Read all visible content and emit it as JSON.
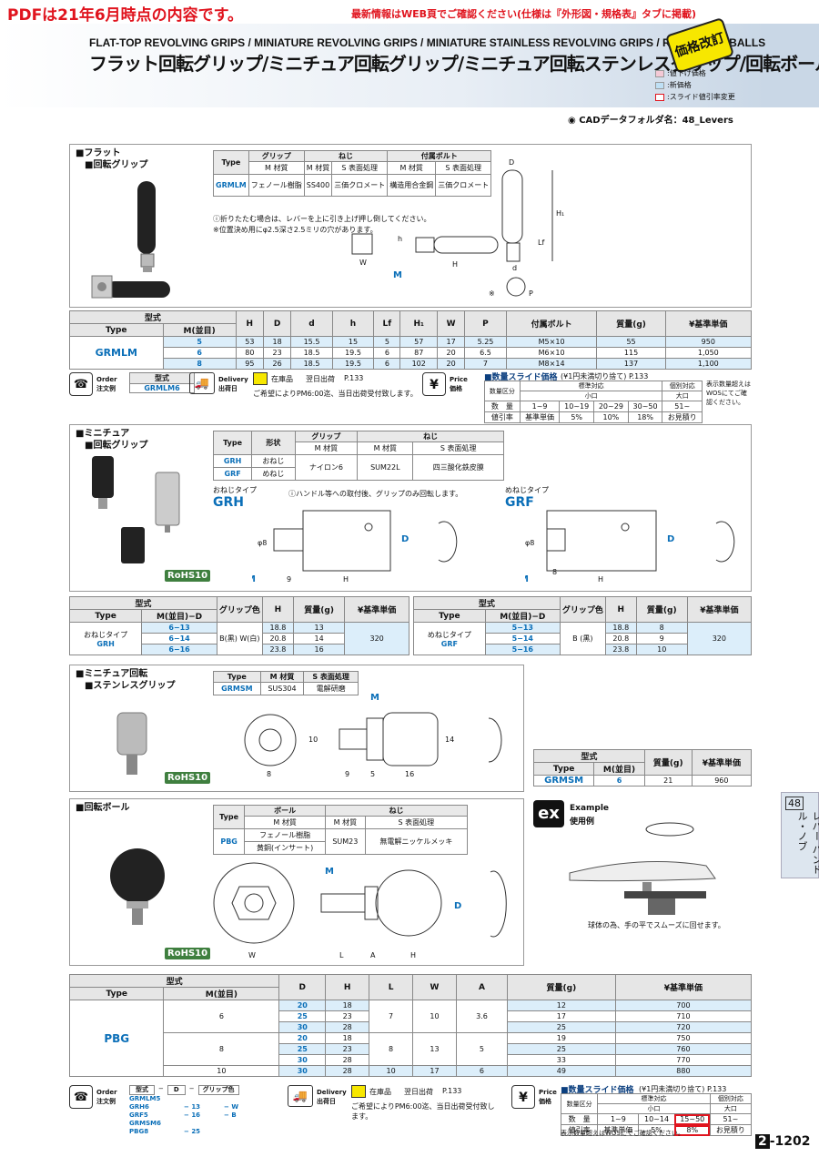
{
  "notice": {
    "big": "PDFは21年6月時点の内容です。",
    "small": "最新情報はWEB頁でご確認ください(仕様は『外形図・規格表』タブに掲載)"
  },
  "header": {
    "en_title": "FLAT-TOP REVOLVING GRIPS / MINIATURE REVOLVING GRIPS / MINIATURE STAINLESS REVOLVING GRIPS / REVOLVING BALLS",
    "jp_title": "フラット回転グリップ/ミニチュア回転グリップ/ミニチュア回転ステンレスグリップ/回転ボール",
    "badge": "価格改訂",
    "legend": [
      {
        "label": ":値下げ価格",
        "color": "#f4c9d6"
      },
      {
        "label": ":新価格",
        "color": "#bfe0f5"
      },
      {
        "label": ":スライド値引率変更",
        "color": "#ffffff"
      }
    ],
    "cad": "CADデータフォルダ名：48_Levers"
  },
  "grmlm": {
    "title": "フラット",
    "title2": "回転グリップ",
    "spec_head": [
      "Type",
      "グリップ",
      "ねじ",
      "付属ボルト"
    ],
    "spec_sub": [
      "M 材質",
      "M 材質",
      "S 表面処理",
      "M 材質",
      "S 表面処理"
    ],
    "spec_row": [
      "GRMLM",
      "フェノール樹脂",
      "SS400",
      "三価クロメート",
      "構造用合金鋼",
      "三価クロメート"
    ],
    "notes": [
      "折りたたむ場合は、レバーを上に引き上げ押し倒してください。",
      "※位置決め用にφ2.5深さ2.5ミリの穴があります。"
    ],
    "table_head": [
      "型式",
      "H",
      "D",
      "d",
      "h",
      "Lf",
      "H₁",
      "W",
      "P",
      "付属ボルト",
      "質量(g)",
      "¥基準単価"
    ],
    "table_sub": [
      "Type",
      "M(並目)"
    ],
    "type": "GRMLM",
    "rows": [
      [
        "5",
        "53",
        "18",
        "15.5",
        "15",
        "5",
        "57",
        "17",
        "5.25",
        "M5×10",
        "55",
        "950"
      ],
      [
        "6",
        "80",
        "23",
        "18.5",
        "19.5",
        "6",
        "87",
        "20",
        "6.5",
        "M6×10",
        "115",
        "1,050"
      ],
      [
        "8",
        "95",
        "26",
        "18.5",
        "19.5",
        "6",
        "102",
        "20",
        "7",
        "M8×14",
        "137",
        "1,100"
      ]
    ],
    "order": {
      "label": "Order",
      "label2": "注文例",
      "head": "型式",
      "value": "GRMLM6"
    },
    "delivery": {
      "label": "Delivery",
      "label2": "出荷日",
      "stock": "在庫品",
      "ship": "翌日出荷",
      "page": "P.133",
      "note": "ご希望によりPM6:00迄、当日出荷受付致します。"
    },
    "price": {
      "label": "Price",
      "label2": "価格"
    },
    "slide": {
      "title": "■数量スライド価格",
      "sub": "(¥1円未満切り捨て) P.133",
      "head1": [
        "数量区分",
        "標準対応",
        "個別対応"
      ],
      "head2": [
        "小口",
        "大口"
      ],
      "qty": [
        "数　量",
        "1~9",
        "10~19",
        "20~29",
        "30~50",
        "51~"
      ],
      "rate": [
        "値引率",
        "基準単価",
        "5%",
        "10%",
        "18%",
        "お見積り"
      ],
      "note": "表示数量超えはWOSにてご確認ください。"
    }
  },
  "grh": {
    "title": "ミニチュア",
    "title2": "回転グリップ",
    "spec_head": [
      "Type",
      "形状",
      "グリップ",
      "ねじ"
    ],
    "spec_sub": [
      "M 材質",
      "M 材質",
      "S 表面処理"
    ],
    "spec_rows": [
      [
        "GRH",
        "おねじ"
      ],
      [
        "GRF",
        "めねじ"
      ]
    ],
    "spec_common": [
      "ナイロン6",
      "SUM22L",
      "四三酸化鉄皮膜"
    ],
    "note": "ハンドル等への取付後、グリップのみ回転します。",
    "grh_label": "おねじタイプ",
    "grh_type": "GRH",
    "grf_label": "めねじタイプ",
    "grf_type": "GRF",
    "rohs": "RoHS10",
    "left_head": [
      "型式",
      "グリップ色",
      "H",
      "質量(g)",
      "¥基準単価"
    ],
    "left_sub": [
      "Type",
      "M(並目)−D"
    ],
    "left_rows": [
      [
        "6−13",
        "18.8",
        "13"
      ],
      [
        "6−14",
        "20.8",
        "14"
      ],
      [
        "6−16",
        "23.8",
        "16"
      ]
    ],
    "left_color": "B(黒) W(白)",
    "left_price": "320",
    "right_rows": [
      [
        "5−13",
        "18.8",
        "8"
      ],
      [
        "5−14",
        "20.8",
        "9"
      ],
      [
        "5−16",
        "23.8",
        "10"
      ]
    ],
    "right_color": "B (黒)",
    "right_price": "320"
  },
  "grmsm": {
    "title": "ミニチュア回転",
    "title2": "ステンレスグリップ",
    "spec_head": [
      "Type",
      "M 材質",
      "S 表面処理"
    ],
    "spec_row": [
      "GRMSM",
      "SUS304",
      "電解研磨"
    ],
    "rohs": "RoHS10",
    "head": [
      "型式",
      "質量(g)",
      "¥基準単価"
    ],
    "sub": [
      "Type",
      "M(並目)"
    ],
    "row": [
      "GRMSM",
      "6",
      "21",
      "960"
    ]
  },
  "pbg": {
    "title": "回転ボール",
    "spec_head": [
      "Type",
      "ボール",
      "ねじ"
    ],
    "spec_sub": [
      "M 材質",
      "M 材質",
      "S 表面処理"
    ],
    "spec_row": [
      "PBG",
      "フェノール樹脂",
      "黄銅(インサート)",
      "SUM23",
      "無電解ニッケルメッキ"
    ],
    "rohs": "RoHS10",
    "example": {
      "label": "Example",
      "label2": "使用例",
      "note": "球体の為、手の平でスムーズに回せます。"
    },
    "head": [
      "型式",
      "D",
      "H",
      "L",
      "W",
      "A",
      "質量(g)",
      "¥基準単価"
    ],
    "sub": [
      "Type",
      "M(並目)"
    ],
    "type": "PBG",
    "rows": [
      [
        "6",
        "20",
        "18",
        "7",
        "10",
        "3.6",
        "12",
        "700"
      ],
      [
        "",
        "25",
        "23",
        "",
        "",
        "",
        "17",
        "710"
      ],
      [
        "",
        "30",
        "28",
        "",
        "",
        "",
        "25",
        "720"
      ],
      [
        "8",
        "20",
        "18",
        "8",
        "13",
        "5",
        "19",
        "750"
      ],
      [
        "",
        "25",
        "23",
        "",
        "",
        "",
        "25",
        "760"
      ],
      [
        "",
        "30",
        "28",
        "",
        "",
        "",
        "33",
        "770"
      ],
      [
        "10",
        "30",
        "28",
        "10",
        "17",
        "6",
        "49",
        "880"
      ]
    ],
    "order": {
      "label": "Order",
      "label2": "注文例",
      "head": [
        "型式",
        "D",
        "グリップ色"
      ],
      "rows": [
        [
          "GRMLM5",
          "",
          ""
        ],
        [
          "GRH6",
          "13",
          "W"
        ],
        [
          "GRF5",
          "16",
          "B"
        ],
        [
          "GRMSM6",
          "",
          ""
        ],
        [
          "PBG8",
          "25",
          ""
        ]
      ]
    },
    "delivery": {
      "stock": "在庫品",
      "ship": "翌日出荷",
      "page": "P.133",
      "note": "ご希望によりPM6:00迄、当日出荷受付致します。"
    },
    "slide": {
      "qty": [
        "数　量",
        "1~9",
        "10~14",
        "15~50",
        "51~"
      ],
      "rate": [
        "値引率",
        "基準単価",
        "5%",
        "8%",
        "お見積り"
      ]
    }
  },
  "side_tab": {
    "num": "48",
    "text": "レバー ハンドル・ノブ"
  },
  "page": {
    "prefix": "2",
    "num": "-1202"
  }
}
